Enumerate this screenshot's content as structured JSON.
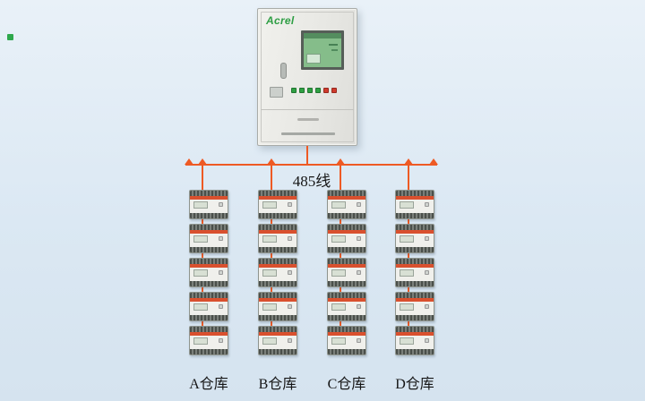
{
  "diagram": {
    "bus_label": "485线",
    "wire_color": "#ee5a24"
  },
  "cabinet": {
    "brand": "Acrel",
    "brand_color": "#2e9e44",
    "body_color": "#e8e8e4",
    "screen_color": "#85bd8a",
    "buttons": [
      "#2fa143",
      "#2fa143",
      "#2fa143",
      "#2fa143",
      "#d03a2c",
      "#d03a2c"
    ]
  },
  "columns": [
    {
      "label": "A仓库",
      "device_count": 5
    },
    {
      "label": "B仓库",
      "device_count": 5
    },
    {
      "label": "C仓库",
      "device_count": 5
    },
    {
      "label": "D仓库",
      "device_count": 5
    }
  ]
}
